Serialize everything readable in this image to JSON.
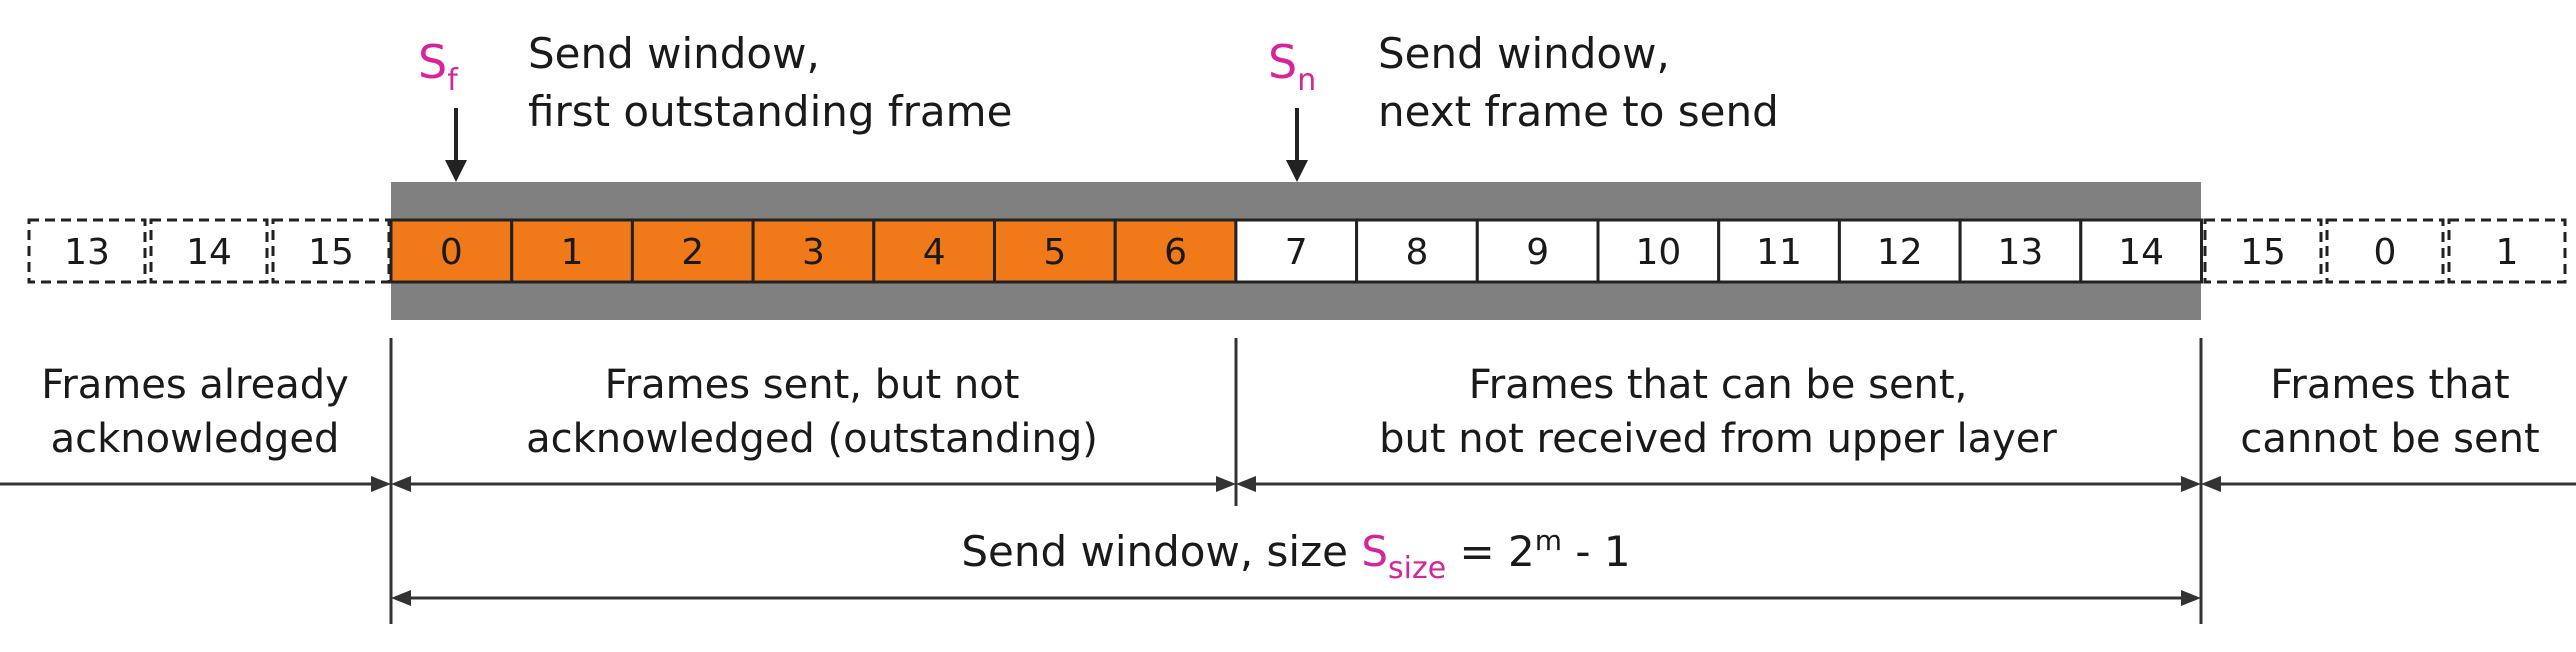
{
  "colors": {
    "outstanding_fill": "#f07a1a",
    "window_band": "#808080",
    "pointer_accent": "#d6249a",
    "text": "#1a1a1a",
    "border": "#222222",
    "background": "#ffffff"
  },
  "pointers": {
    "sf": {
      "symbol": "S",
      "subscript": "f",
      "caption_line1": "Send window,",
      "caption_line2": "first outstanding frame"
    },
    "sn": {
      "symbol": "S",
      "subscript": "n",
      "caption_line1": "Send window,",
      "caption_line2": "next frame to send"
    }
  },
  "frames": {
    "left_dashed": [
      "13",
      "14",
      "15"
    ],
    "outstanding": [
      "0",
      "1",
      "2",
      "3",
      "4",
      "5",
      "6"
    ],
    "sendable": [
      "7",
      "8",
      "9",
      "10",
      "11",
      "12",
      "13",
      "14"
    ],
    "right_dashed": [
      "15",
      "0",
      "1"
    ]
  },
  "regions": {
    "acknowledged": {
      "line1": "Frames already",
      "line2": "acknowledged"
    },
    "outstanding": {
      "line1": "Frames sent, but not",
      "line2": "acknowledged (outstanding)"
    },
    "sendable": {
      "line1": "Frames that can be sent,",
      "line2": "but not received from upper layer"
    },
    "unsendable": {
      "line1": "Frames that",
      "line2": "cannot be sent"
    }
  },
  "window_size": {
    "prefix": "Send window, size ",
    "symbol": "S",
    "subscript": "size",
    "equals": " = 2",
    "exponent": "m",
    "suffix": " - 1"
  }
}
